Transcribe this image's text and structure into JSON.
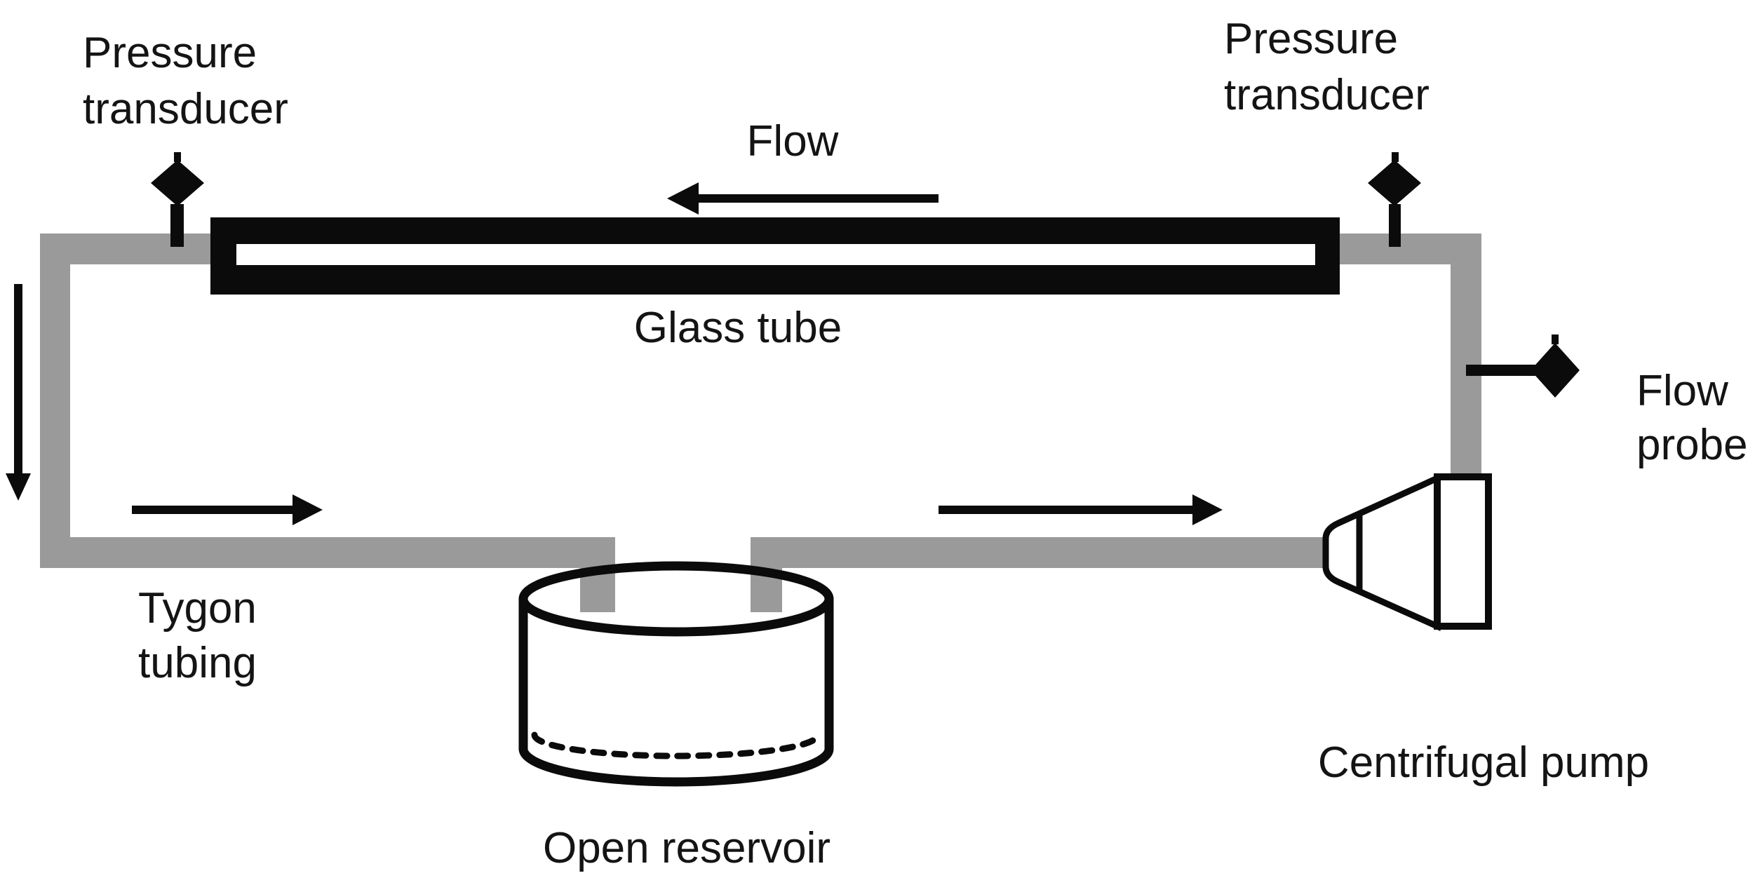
{
  "labels": {
    "pressure_transducer_left": {
      "line1": "Pressure",
      "line2": "transducer"
    },
    "pressure_transducer_right": {
      "line1": "Pressure",
      "line2": "transducer"
    },
    "flow_direction": "Flow",
    "glass_tube": "Glass tube",
    "flow_probe": {
      "line1": "Flow",
      "line2": "probe"
    },
    "tygon_tubing": {
      "line1": "Tygon",
      "line2": "tubing"
    },
    "open_reservoir": "Open reservoir",
    "centrifugal_pump": "Centrifugal pump"
  },
  "colors": {
    "tube_gray": "#9a9a9a",
    "ink": "#0b0b0b",
    "text": "#141414",
    "background": "#ffffff"
  }
}
